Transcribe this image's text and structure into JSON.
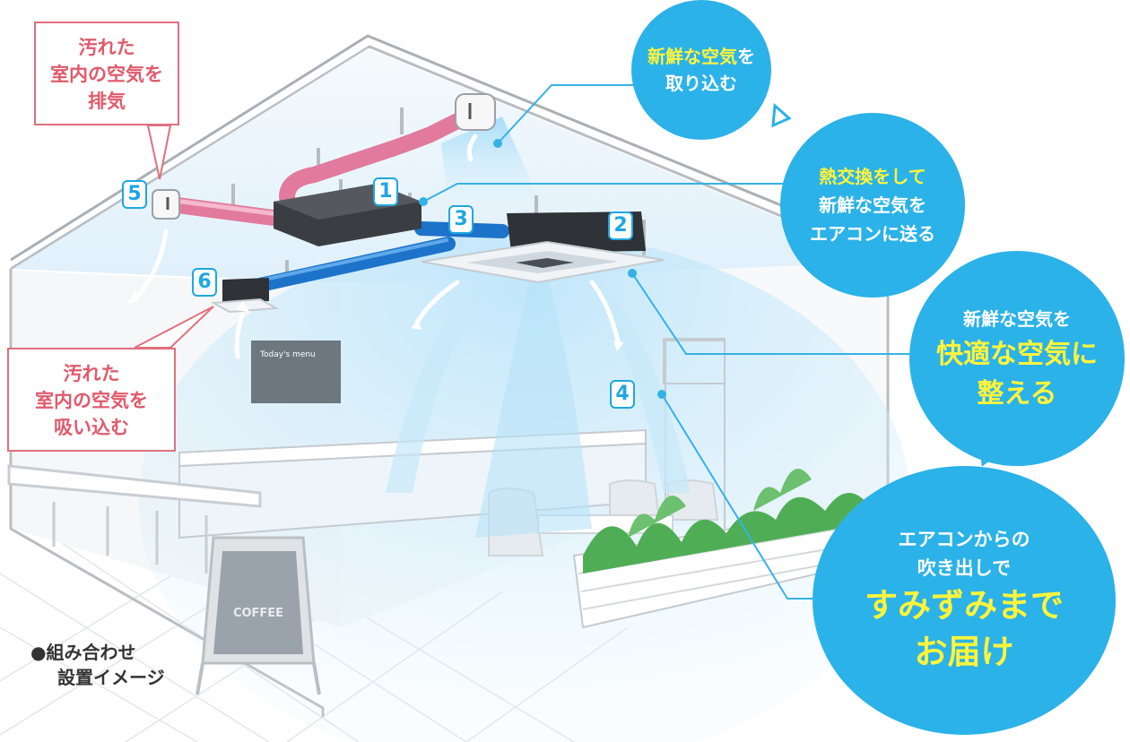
{
  "badges": [
    "1",
    "2",
    "3",
    "4",
    "5",
    "6"
  ],
  "exhaust_label": [
    "汚れた",
    "室内の空気を",
    "排気"
  ],
  "intake_label": [
    "汚れた",
    "室内の空気を",
    "吸い込む"
  ],
  "bubbles": {
    "fresh_air_intake": {
      "line1_highlight": "新鮮な空気",
      "line1_rest": "を",
      "line2": "取り込む"
    },
    "heat_exchange": {
      "line1": "熱交換をして",
      "line2": "新鮮な空気を",
      "line3": "エアコンに送る"
    },
    "comfort": {
      "line1": "新鮮な空気を",
      "line2": "快適な空気に",
      "line3": "整える"
    },
    "distribution": {
      "line1": "エアコンからの",
      "line2": "吹き出しで",
      "line3": "すみずみまで",
      "line4": "お届け"
    }
  },
  "caption": {
    "line1": "●組み合わせ",
    "line2": "設置イメージ"
  },
  "scene_signs": {
    "sign_title": "COFFEE",
    "menu_title": "Today's menu"
  },
  "colors": {
    "bubble_blue": "#2bb2e8",
    "highlight_yellow": "#fff43c",
    "exhaust_pink": "#e0707e",
    "supply_duct_blue": "#1c73c9",
    "accent_cyan": "#1ea7e1"
  }
}
